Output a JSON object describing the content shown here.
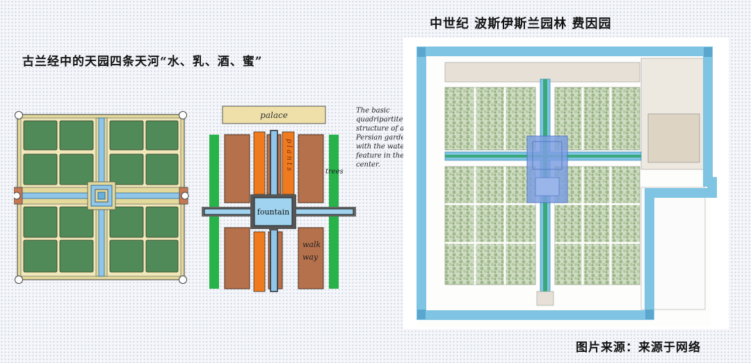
{
  "captions": {
    "quran_paradise": "古兰经中的天园四条天河“水、乳、酒、蜜”",
    "fin_garden": "中世纪 波斯伊斯兰园林 费因园",
    "source": "图片来源：来源于网络"
  },
  "diagram": {
    "palace": "palace",
    "plants": "plants",
    "trees": "trees",
    "fountain": "fountain",
    "walk": "walk",
    "way": "way",
    "note": "The basic quadripartite structure of a Persian garden with the water feature in the center."
  },
  "colors": {
    "lawn": "#4f8a58",
    "frame": "#e3d99a",
    "water": "#8fc6ea",
    "brick": "#b5714b",
    "orange": "#f07a1e",
    "green": "#27b24a",
    "palace": "#eee0a8",
    "fin_wall": "#7fc4e3",
    "fin_center": "#7d9fe0"
  }
}
